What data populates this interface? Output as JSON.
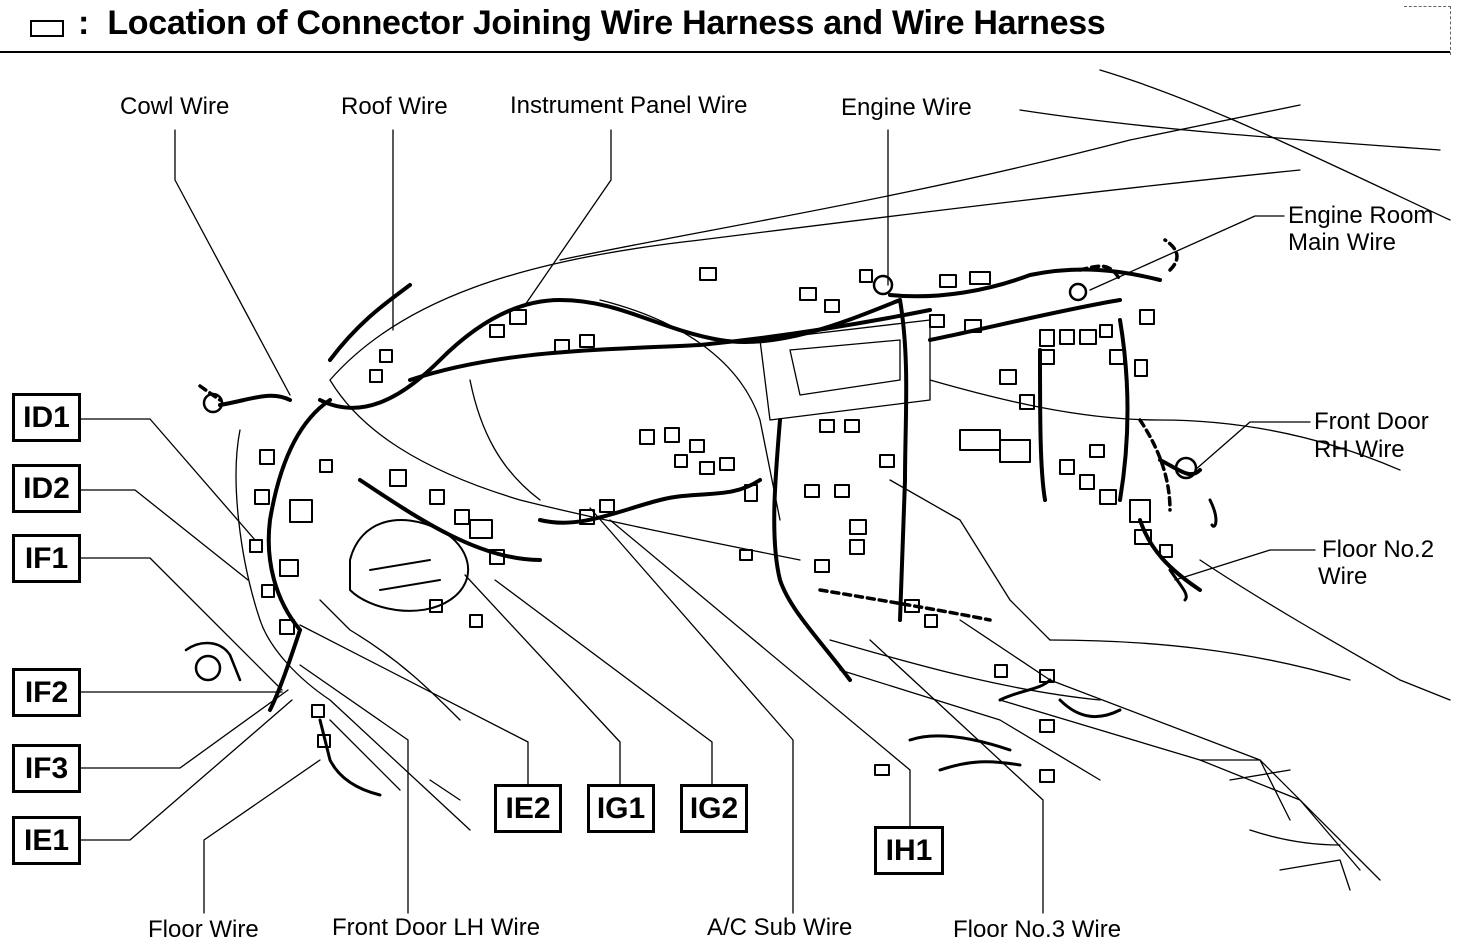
{
  "title": {
    "legend_symbol": "rectangle-outline-icon",
    "separator": ":",
    "text": "Location of Connector Joining Wire Harness and Wire Harness"
  },
  "wire_labels": {
    "cowl": "Cowl Wire",
    "roof": "Roof Wire",
    "instrument_panel": "Instrument Panel Wire",
    "engine": "Engine Wire",
    "engine_room_main_1": "Engine Room",
    "engine_room_main_2": "Main Wire",
    "front_door_rh_1": "Front Door",
    "front_door_rh_2": "RH Wire",
    "floor_no2_1": "Floor No.2",
    "floor_no2_2": "Wire",
    "floor": "Floor Wire",
    "front_door_lh": "Front Door LH Wire",
    "ac_sub": "A/C Sub Wire",
    "floor_no3": "Floor No.3 Wire"
  },
  "connector_codes": {
    "id1": "ID1",
    "id2": "ID2",
    "if1": "IF1",
    "if2": "IF2",
    "if3": "IF3",
    "ie1": "IE1",
    "ie2": "IE2",
    "ig1": "IG1",
    "ig2": "IG2",
    "ih1": "IH1"
  },
  "colors": {
    "ink": "#000000",
    "paper": "#ffffff"
  }
}
